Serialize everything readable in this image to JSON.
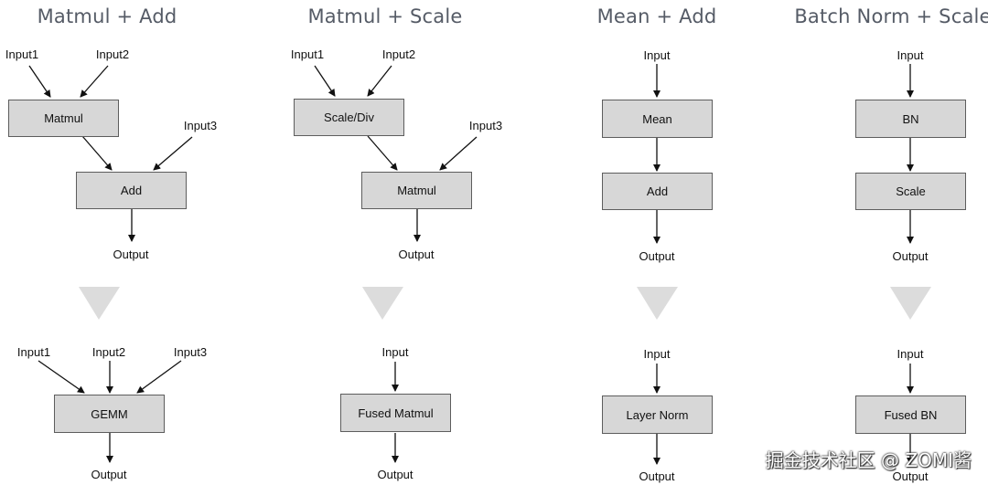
{
  "columns": [
    {
      "title": "Matmul + Add",
      "before": {
        "inputs": [
          "Input1",
          "Input2",
          "Input3"
        ],
        "ops": [
          "Matmul",
          "Add"
        ],
        "output": "Output"
      },
      "after": {
        "inputs": [
          "Input1",
          "Input2",
          "Input3"
        ],
        "op": "GEMM",
        "output": "Output"
      }
    },
    {
      "title": "Matmul + Scale",
      "before": {
        "inputs": [
          "Input1",
          "Input2",
          "Input3"
        ],
        "ops": [
          "Scale/Div",
          "Matmul"
        ],
        "output": "Output"
      },
      "after": {
        "inputs": [
          "Input"
        ],
        "op": "Fused Matmul",
        "output": "Output"
      }
    },
    {
      "title": "Mean + Add",
      "before": {
        "inputs": [
          "Input"
        ],
        "ops": [
          "Mean",
          "Add"
        ],
        "output": "Output"
      },
      "after": {
        "inputs": [
          "Input"
        ],
        "op": "Layer Norm",
        "output": "Output"
      }
    },
    {
      "title": "Batch Norm + Scale",
      "before": {
        "inputs": [
          "Input"
        ],
        "ops": [
          "BN",
          "Scale"
        ],
        "output": "Output"
      },
      "after": {
        "inputs": [
          "Input"
        ],
        "op": "Fused BN",
        "output": "Output"
      }
    }
  ],
  "watermark": "掘金技术社区 @ ZOMI酱",
  "colors": {
    "box_fill": "#d7d7d7",
    "box_border": "#5d5d5d",
    "fusion_arrow": "#dcdcdc",
    "title": "#555b66"
  }
}
